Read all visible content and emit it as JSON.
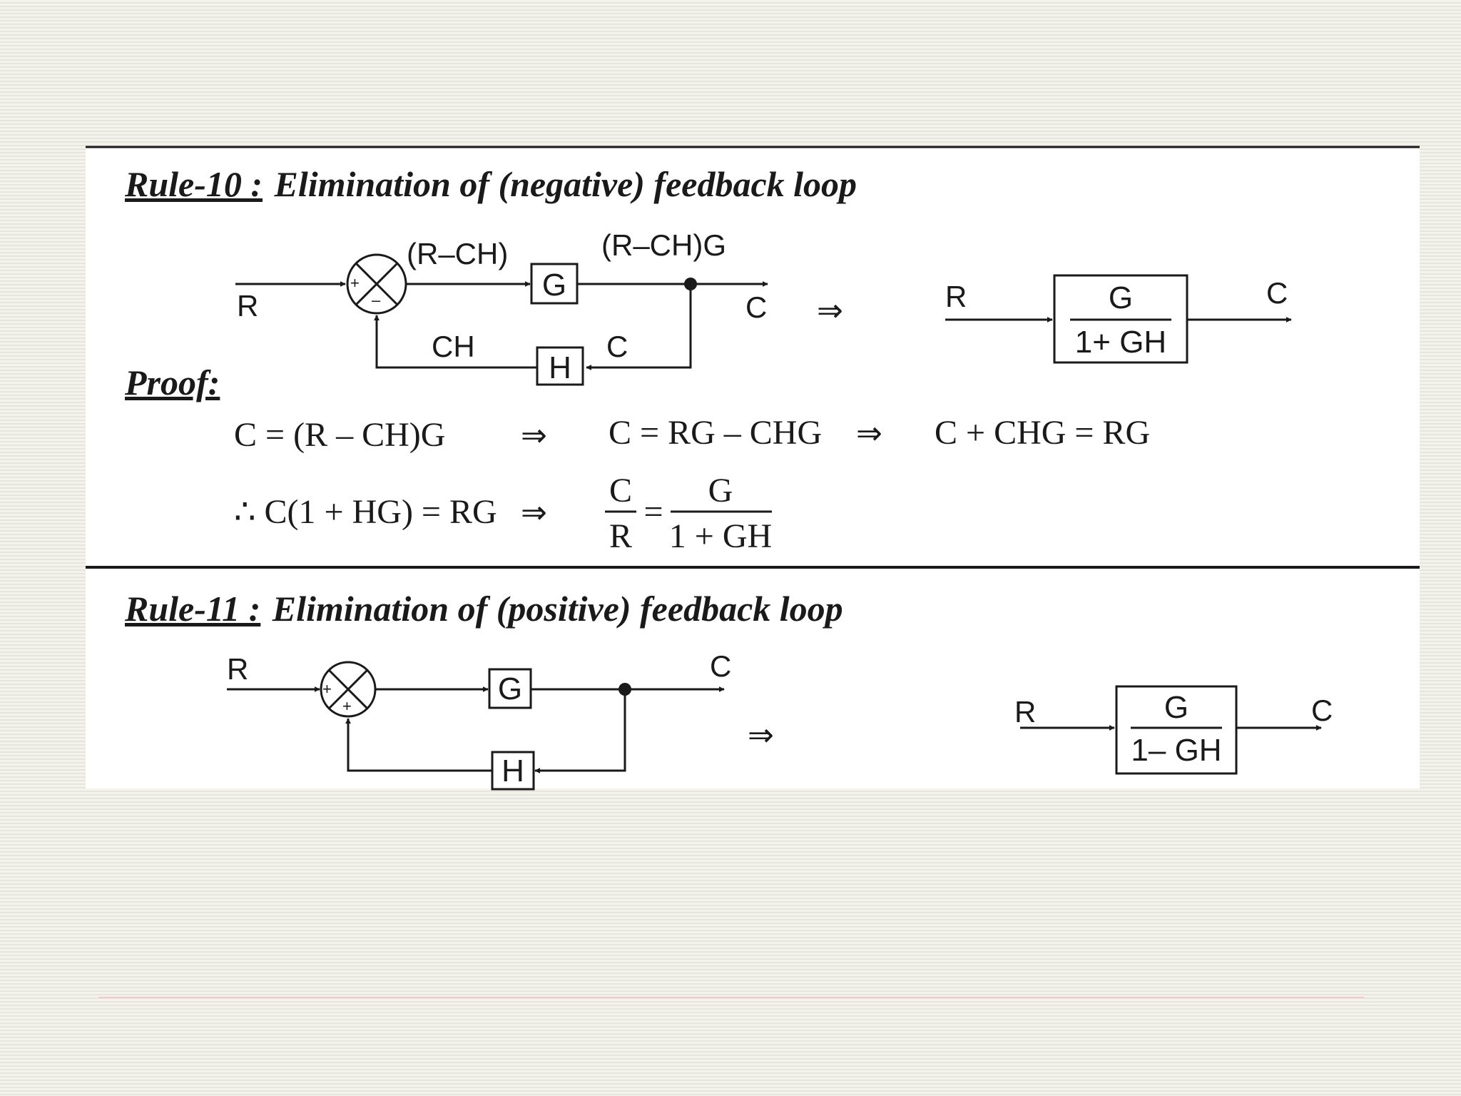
{
  "rule10": {
    "label": "Rule-10 :",
    "title": "Elimination of (negative) feedback loop",
    "diagram": {
      "input": "R",
      "error_signal": "(R–CH)",
      "forward_block": "G",
      "forward_output": "(R–CH)G",
      "output": "C",
      "feedback_signal": "CH",
      "feedback_block": "H",
      "feedback_input": "C",
      "sum_plus": "+",
      "sum_minus": "–",
      "implies": "⇒",
      "equiv_input": "R",
      "equiv_numerator": "G",
      "equiv_denominator": "1+ GH",
      "equiv_output": "C"
    },
    "proof": {
      "label": "Proof:",
      "line1": [
        "C = (R – CH)G",
        "⇒",
        "C = RG – CHG",
        "⇒",
        "C + CHG = RG"
      ],
      "line2_left": "∴ C(1 + HG) = RG",
      "line2_implies": "⇒",
      "line2_frac1_num": "C",
      "line2_frac1_den": "R",
      "line2_equals": "=",
      "line2_frac2_num": "G",
      "line2_frac2_den": "1 + GH"
    }
  },
  "rule11": {
    "label": "Rule-11 :",
    "title": "Elimination of (positive) feedback loop",
    "diagram": {
      "input": "R",
      "forward_block": "G",
      "output": "C",
      "feedback_block": "H",
      "sum_plus_top": "+",
      "sum_plus_bottom": "+",
      "implies": "⇒",
      "equiv_input": "R",
      "equiv_numerator": "G",
      "equiv_denominator": "1– GH",
      "equiv_output": "C"
    }
  },
  "colors": {
    "ink": "#1a1a1a",
    "rule_line": "#1a1a1a",
    "bottom_line": "#f0c8c8",
    "page_background": "#f4f4ed"
  }
}
